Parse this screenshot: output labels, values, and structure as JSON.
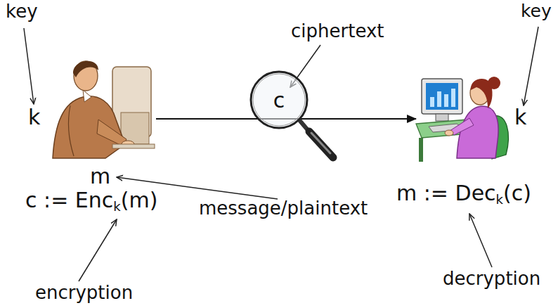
{
  "diagram": {
    "nodes": [
      {
        "text": [
          "c"
        ]
      }
    ],
    "labels": [
      "key",
      "k",
      "m",
      "c := Enc",
      "k",
      "(m)",
      "message/plaintext",
      "encryption",
      "ciphertext",
      "key",
      "k",
      "m := Dec",
      "k",
      "(c)",
      "decryption"
    ]
  }
}
